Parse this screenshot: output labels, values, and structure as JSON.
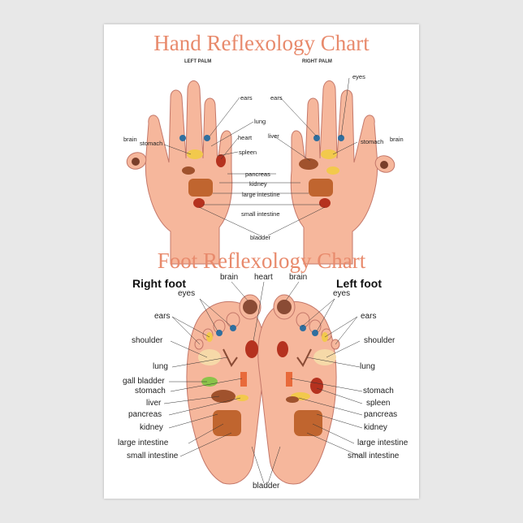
{
  "hand_title": "Hand Reflexology Chart",
  "left_palm": "LEFT PALM",
  "right_palm": "RIGHT PALM",
  "hand_labels": {
    "eyes": "eyes",
    "ears_left": "ears",
    "ears_right": "ears",
    "lung_left": "lung",
    "liver": "liver",
    "heart": "heart",
    "brain_left": "brain",
    "stomach_left": "stomach",
    "spleen": "spleen",
    "stomach_right": "stomach",
    "brain_right": "brain",
    "pancreas": "pancreas",
    "kidney": "kidney",
    "large_intestine": "large intestine",
    "small_intestine": "small intestine",
    "bladder": "bladder"
  },
  "foot_title": "Foot Reflexology Chart",
  "right_foot": "Right foot",
  "left_foot": "Left foot",
  "foot_labels": {
    "brain_1": "brain",
    "heart": "heart",
    "brain_2": "brain",
    "eyes_right": "eyes",
    "eyes_left": "eyes",
    "ears_right": "ears",
    "ears_left": "ears",
    "shoulder_right": "shoulder",
    "shoulder_left": "shoulder",
    "lung_right": "lung",
    "lung_left": "lung",
    "gall_bladder": "gall bladder",
    "stomach_right": "stomach",
    "stomach_left": "stomach",
    "liver": "liver",
    "spleen": "spleen",
    "pancreas_right": "pancreas",
    "pancreas_left": "pancreas",
    "kidney_right": "kidney",
    "kidney_left": "kidney",
    "large_intestine_right": "large intestine",
    "large_intestine_left": "large intestine",
    "small_intestine_right": "small intestine",
    "small_intestine_left": "small intestine",
    "bladder": "bladder"
  },
  "colors": {
    "title": "#e88a6c",
    "skin": "#f6b79c",
    "skin_outline": "#c4786a",
    "organ_red": "#b5321f",
    "organ_brown": "#a0522d",
    "organ_yellow": "#f2c94c",
    "organ_green": "#8bc34a",
    "eye_blue": "#2f6f9f",
    "background": "#e8e8e8"
  }
}
